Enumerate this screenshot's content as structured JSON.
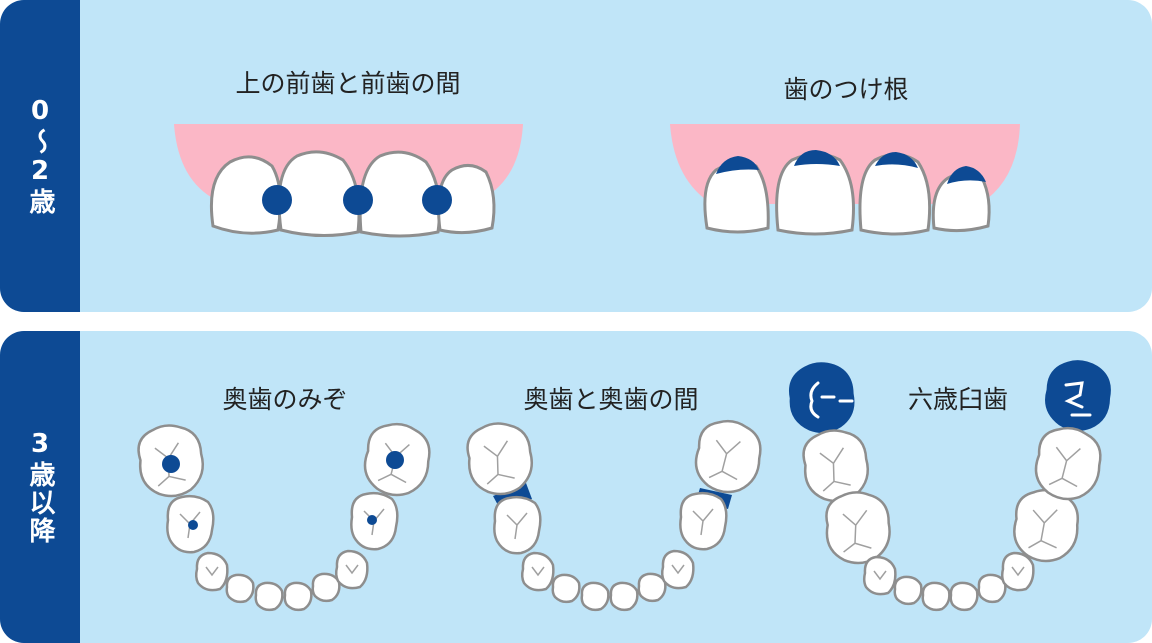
{
  "sections": [
    {
      "age": "0〜2歳",
      "areas": [
        {
          "label": "上の前歯と前歯の間"
        },
        {
          "label": "歯のつけ根"
        }
      ]
    },
    {
      "age": "3歳以降",
      "areas": [
        {
          "label": "奥歯のみぞ"
        },
        {
          "label": "奥歯と奥歯の間"
        },
        {
          "label": "六歳臼歯"
        }
      ]
    }
  ],
  "colors": {
    "background": "#c0e5f8",
    "sidebar": "#0d4a94",
    "highlight": "#0d4a94",
    "gum": "#fbb7c6",
    "tooth": "#ffffff"
  }
}
